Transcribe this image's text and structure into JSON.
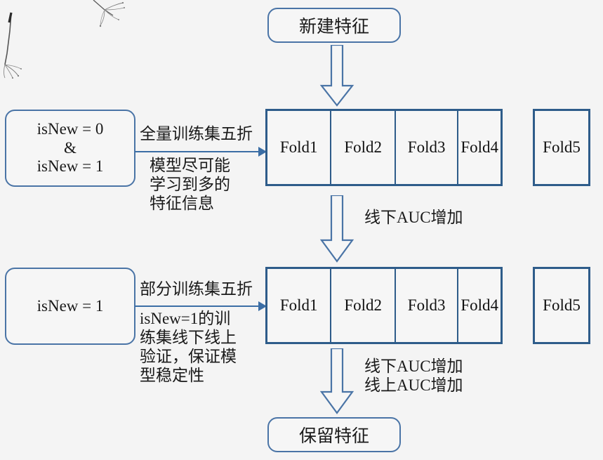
{
  "diagram": {
    "title_box_top": "新建特征",
    "title_box_bottom": "保留特征",
    "background_color": "#f4f4f4",
    "accent_border_color": "#4a74a6",
    "table_border_color": "#2e5c8a",
    "arrow_color": "#4a74a6"
  },
  "nodes": {
    "new_feature": "新建特征",
    "keep_feature": "保留特征",
    "condition_full": "isNew = 0\n&\nisNew = 1",
    "condition_full_lines": [
      "isNew = 0",
      "&",
      "isNew = 1"
    ],
    "condition_partial": "isNew = 1"
  },
  "tables": {
    "top": {
      "cells": [
        "Fold1",
        "Fold2",
        "Fold3",
        "Fold4"
      ],
      "holdout": "Fold5"
    },
    "bottom": {
      "cells": [
        "Fold1",
        "Fold2",
        "Fold3",
        "Fold4"
      ],
      "holdout": "Fold5"
    }
  },
  "edge_labels": {
    "arrow1_title": "全量训练集五折",
    "arrow1_desc": "模型尽可能\n学习到多的\n特征信息",
    "arrow2_title": "部分训练集五折",
    "arrow2_desc": "isNew=1的训\n练集线下线上\n验证，保证模\n型稳定性",
    "middle_metric": "线下AUC增加",
    "bottom_metric": "线下AUC增加\n线上AUC增加"
  }
}
